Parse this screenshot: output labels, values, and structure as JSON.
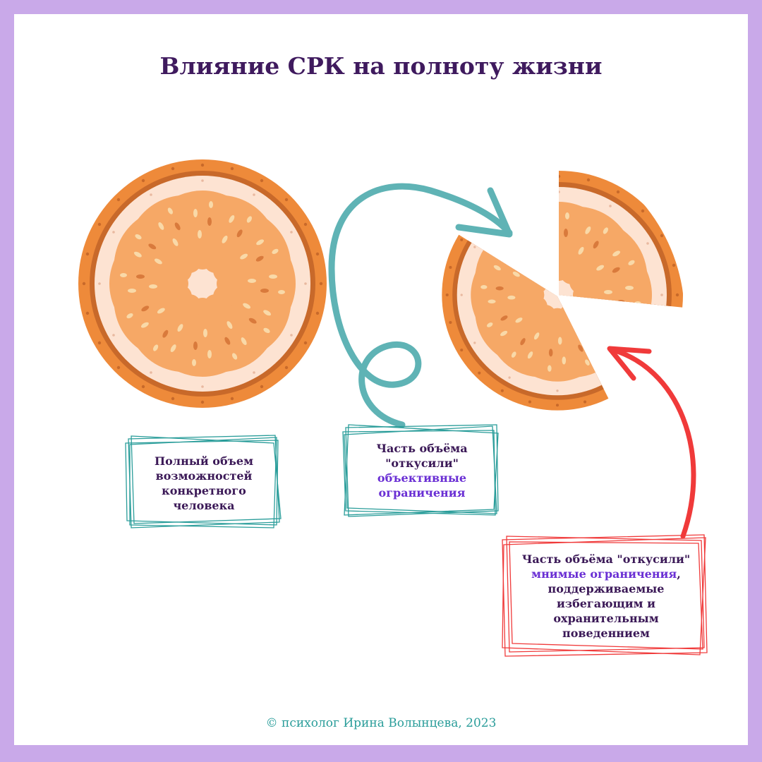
{
  "title": "Влияние СРК на полноту жизни",
  "labels": {
    "full": "Полный объем возможностей конкретного человека",
    "objective_prefix": "Часть объёма \"откусили\"",
    "objective_highlight": "объективные ограничения",
    "imaginary_prefix": "Часть объёма \"откусили\"",
    "imaginary_highlight": "мнимые ограничения",
    "imaginary_suffix": ", поддерживаемые избегающим и охранительным поведеннием"
  },
  "footer": "© психолог Ирина Волынцева, 2023",
  "colors": {
    "background_frame": "#c9a9e9",
    "title": "#3f1a5e",
    "highlight": "#6a2fd4",
    "teal": "#2a9d9a",
    "red": "#f03a3a",
    "peel": "#ee8a3a",
    "pith": "#fde3d2",
    "segment": "#f6a866"
  },
  "icons": [
    "orange-slice-full",
    "orange-slice-bitten",
    "orange-slice-piece",
    "teal-loop-arrow",
    "red-curved-arrow"
  ]
}
